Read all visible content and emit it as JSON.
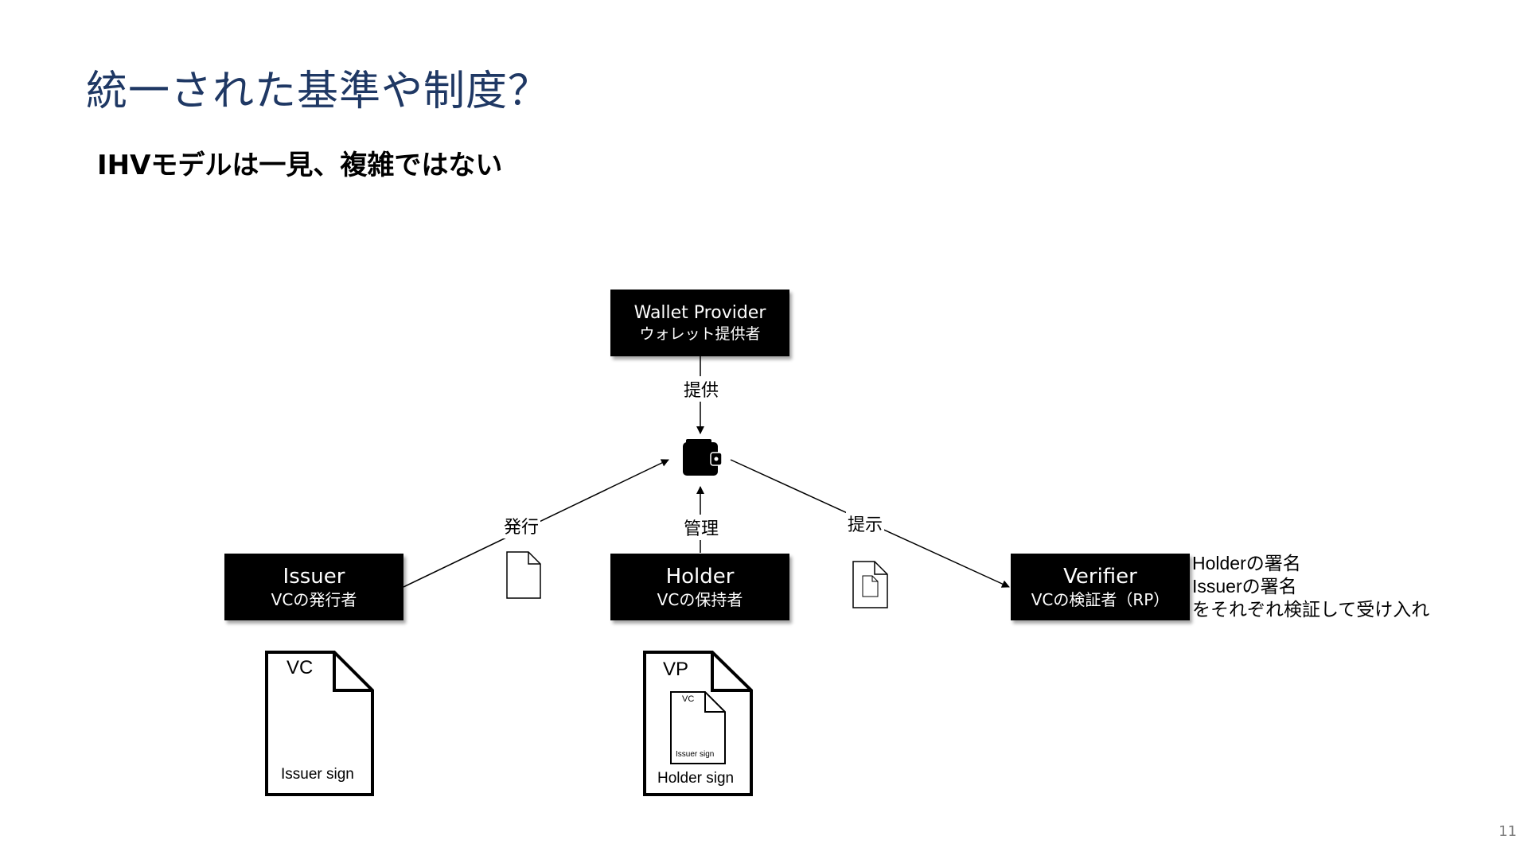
{
  "title": "統一された基準や制度？",
  "subtitle": "IHVモデルは一見、複雑ではない",
  "wallet_provider": {
    "name": "Wallet Provider",
    "role": "ウォレット提供者"
  },
  "issuer": {
    "name": "Issuer",
    "role": "VCの発行者"
  },
  "holder": {
    "name": "Holder",
    "role": "VCの保持者"
  },
  "verifier": {
    "name": "Verifier",
    "role": "VCの検証者（RP）"
  },
  "edges": {
    "provide": "提供",
    "issue": "発行",
    "manage": "管理",
    "present": "提示"
  },
  "verifier_note": [
    "Holderの署名",
    "Issuerの署名",
    "をそれぞれ検証して受け入れ"
  ],
  "vc_doc": {
    "label": "VC",
    "sign": "Issuer sign"
  },
  "vp_doc": {
    "label": "VP",
    "sign": "Holder sign",
    "inner_label": "VC",
    "inner_sign": "Issuer sign"
  },
  "page_number": "11",
  "icons": [
    "wallet-icon",
    "document-icon"
  ]
}
